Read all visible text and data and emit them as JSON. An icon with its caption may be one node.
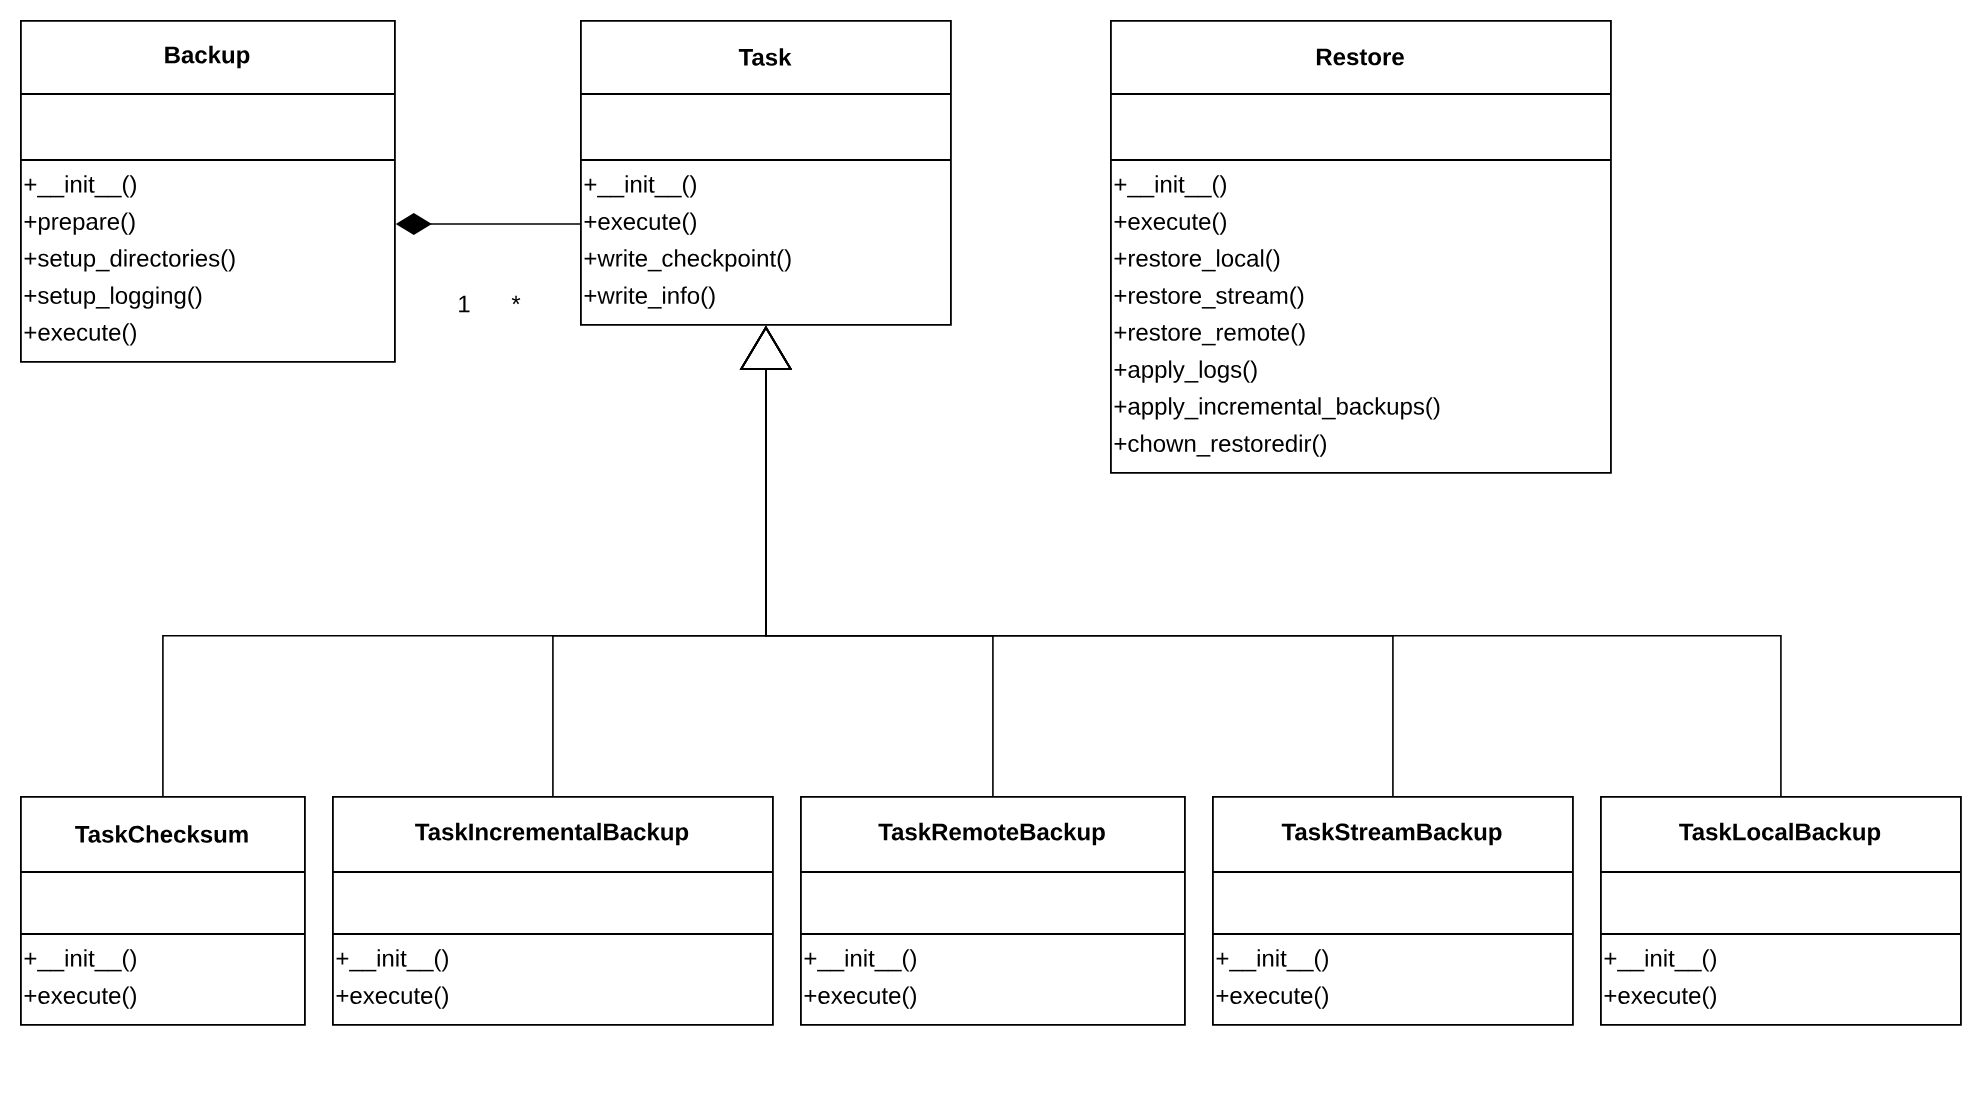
{
  "diagram": {
    "nodes": [
      {
        "text": [
          "Backup",
          "+__init__()",
          "+prepare()",
          "+setup_directories()",
          "+setup_logging()",
          "+execute()"
        ]
      },
      {
        "text": [
          "Task",
          "+__init__()",
          "+execute()",
          "+write_checkpoint()",
          "+write_info()"
        ]
      },
      {
        "text": [
          "Restore",
          "+__init__()",
          "+execute()",
          "+restore_local()",
          "+restore_stream()",
          "+restore_remote()",
          "+apply_logs()",
          "+apply_incremental_backups()",
          "+chown_restoredir()"
        ]
      },
      {
        "text": [
          "TaskChecksum",
          "+__init__()",
          "+execute()"
        ]
      },
      {
        "text": [
          "TaskIncrementalBackup",
          "+__init__()",
          "+execute()"
        ]
      },
      {
        "text": [
          "TaskRemoteBackup",
          "+__init__()",
          "+execute()"
        ]
      },
      {
        "text": [
          "TaskStreamBackup",
          "+__init__()",
          "+execute()"
        ]
      },
      {
        "text": [
          "TaskLocalBackup",
          "+__init__()",
          "+execute()"
        ]
      }
    ],
    "edges": [
      {
        "from": 1,
        "to": 0,
        "arrow": "other"
      },
      {
        "from": 3,
        "to": 1,
        "arrow": "to"
      },
      {
        "from": 4,
        "to": 1,
        "arrow": "to"
      },
      {
        "from": 5,
        "to": 1,
        "arrow": "to"
      },
      {
        "from": 6,
        "to": 1,
        "arrow": "to"
      },
      {
        "from": 7,
        "to": 1,
        "arrow": "to"
      }
    ],
    "labels": [
      "1",
      "*"
    ]
  }
}
